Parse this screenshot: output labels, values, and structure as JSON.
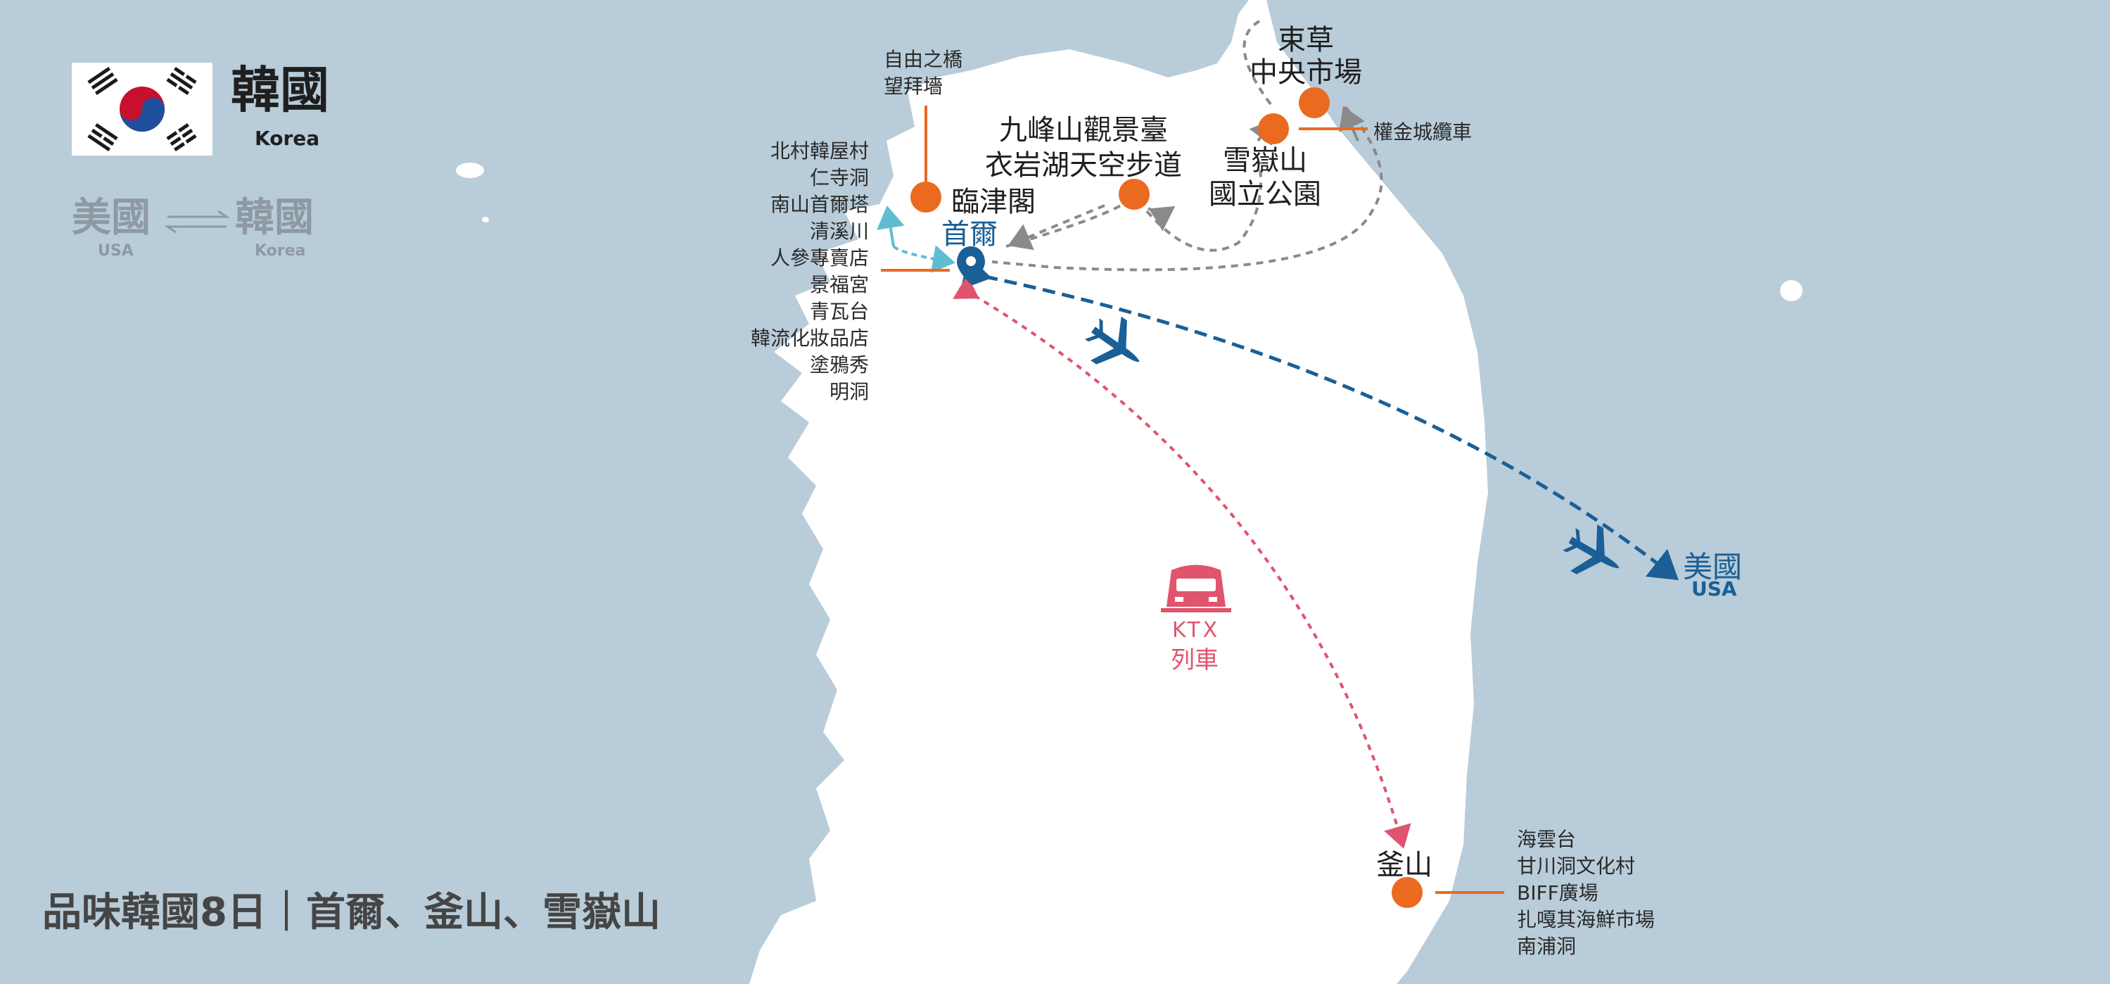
{
  "country": {
    "title": "韓國",
    "subtitle": "Korea"
  },
  "route": {
    "from_label": "美國",
    "from_sub": "USA",
    "to_label": "韓國",
    "to_sub": "Korea"
  },
  "tour_title": "品味韓國8日｜首爾、釜山、雪嶽山",
  "cities": {
    "seoul": "首爾",
    "busan": "釜山",
    "usa": {
      "label": "美國",
      "sub": "USA"
    }
  },
  "places": {
    "imjingak": "臨津閣",
    "imjingak_notes": [
      "自由之橋",
      "望拜墻"
    ],
    "gubongsan": [
      "九峰山觀景臺",
      "衣岩湖天空步道"
    ],
    "sokcho": [
      "束草",
      "中央市場"
    ],
    "seoraksan": [
      "雪嶽山",
      "國立公園"
    ],
    "cable_car": "權金城纜車"
  },
  "seoul_spots": [
    "北村韓屋村",
    "仁寺洞",
    "南山首爾塔",
    "清溪川",
    "人參專賣店",
    "景福宮",
    "青瓦台",
    "韓流化妝品店",
    "塗鴉秀",
    "明洞"
  ],
  "busan_spots": [
    "海雲台",
    "甘川洞文化村",
    "BIFF廣場",
    "扎嘎其海鮮市場",
    "南浦洞"
  ],
  "ktx": {
    "label": "KTX",
    "sub": "列車"
  },
  "icons": [
    "flag-icon",
    "location-pin-icon",
    "airplane-icon",
    "train-icon"
  ],
  "colors": {
    "sea": "#b9ccd9",
    "land": "#ffffff",
    "orange": "#ea6a1f",
    "blue": "#1a5f96",
    "pink": "#e0546e",
    "grey_route": "#8a8a8a",
    "teal": "#5fbcd3"
  }
}
